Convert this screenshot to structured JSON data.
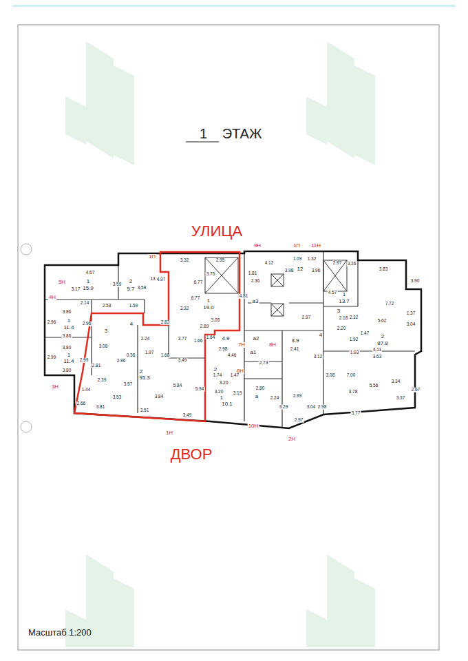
{
  "diagram": {
    "title": "1 ЭТАЖ",
    "labels": [
      "УЛИЦА",
      "ДВОР",
      "Масштаб 1:200",
      "1П",
      "9Н",
      "1П",
      "11Н",
      "3.32",
      "2.95",
      "4.12",
      "1.09",
      "1.32",
      "2.97",
      "3.26",
      "3.83",
      "4.67",
      "5Н",
      "4Н",
      "3.17",
      "1",
      "15.9",
      "3.59",
      "2",
      "5.7",
      "3.59",
      "13",
      "4.97",
      "6.77",
      "3.75",
      "1.81",
      "2.36",
      "3.98",
      "12",
      "3.96",
      "3.90",
      "4.81",
      "а3",
      "3.32",
      "6.77",
      "1",
      "19.0",
      "4.57",
      "1",
      "13.7",
      "7.72",
      "2.14",
      "2.53",
      "1.59",
      "3.86",
      "2.96",
      "1",
      "11.4",
      "2.96",
      "3",
      "4",
      "2.82",
      "2.89",
      "3.05",
      "2.97",
      "3",
      "2.18",
      "2.32",
      "2.20",
      "5.62",
      "1.37",
      "3.04",
      "3.86",
      "3.77",
      "2.24",
      "1.66",
      "1.64",
      "4.9",
      "а2",
      "3.9",
      "4",
      "1.47",
      "2",
      "87.8",
      "2.98",
      "7Н",
      "8Н",
      "2.41",
      "1.92",
      "4.11",
      "3.80",
      "3.08",
      "1.97",
      "0.36",
      "1.68",
      "4.46",
      "а1",
      "3.12",
      "1.93",
      "3.63",
      "1",
      "11.4",
      "2.99",
      "2.99",
      "2.81",
      "2.96",
      "3.49",
      "2.73",
      "3.80",
      "2",
      "95.3",
      "2",
      "6Н",
      "1.74",
      "1.47",
      "3.08",
      "7.00",
      "2.39",
      "3.57",
      "5.84",
      "5.94",
      "3.20",
      "3.34",
      "5.56",
      "3Н",
      "1.44",
      "2.80",
      "2.67",
      "3.53",
      "3.84",
      "3.20",
      "3.19",
      "а",
      "2.24",
      "2.99",
      "3.78",
      "3.37",
      "1",
      "10.1",
      "2.66",
      "3.81",
      "3.29",
      "3.04",
      "2.98",
      "3.51",
      "3.77",
      "3.49",
      "2.97",
      "1Н",
      "10Н",
      "2Н"
    ]
  }
}
